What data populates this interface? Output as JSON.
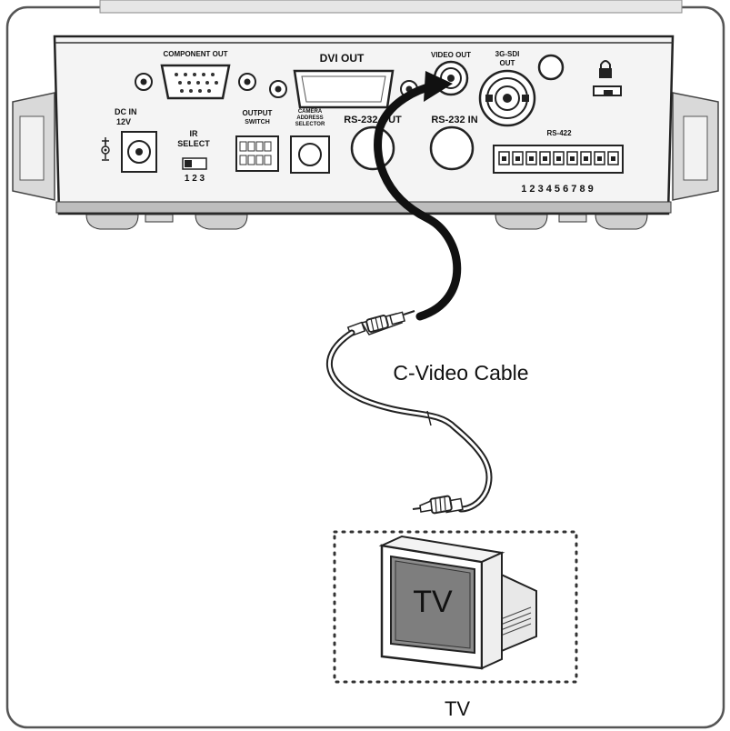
{
  "device": {
    "component_out": "COMPONENT OUT",
    "dvi_out": "DVI OUT",
    "video_out": "VIDEO OUT",
    "sdi_out_line1": "3G-SDI",
    "sdi_out_line2": "OUT",
    "dc_in_line1": "DC IN",
    "dc_in_line2": "12V",
    "ir_select_line1": "IR",
    "ir_select_line2": "SELECT",
    "ir_numbers": "1 2 3",
    "output_switch_line1": "OUTPUT",
    "output_switch_line2": "SWITCH",
    "camera_addr_line1": "CAMERA",
    "camera_addr_line2": "ADDRESS",
    "camera_addr_line3": "SELECTOR",
    "rs232_out": "RS-232 OUT",
    "rs232_in": "RS-232 IN",
    "rs422": "RS-422",
    "rs422_pins": "1 2 3 4 5 6 7 8 9"
  },
  "cable": {
    "label": "C-Video Cable"
  },
  "tv": {
    "screen_text": "TV",
    "label": "TV"
  },
  "icons": [
    "lock-icon",
    "dc-polarity-icon",
    "cable-connector-icon",
    "tv-icon"
  ]
}
